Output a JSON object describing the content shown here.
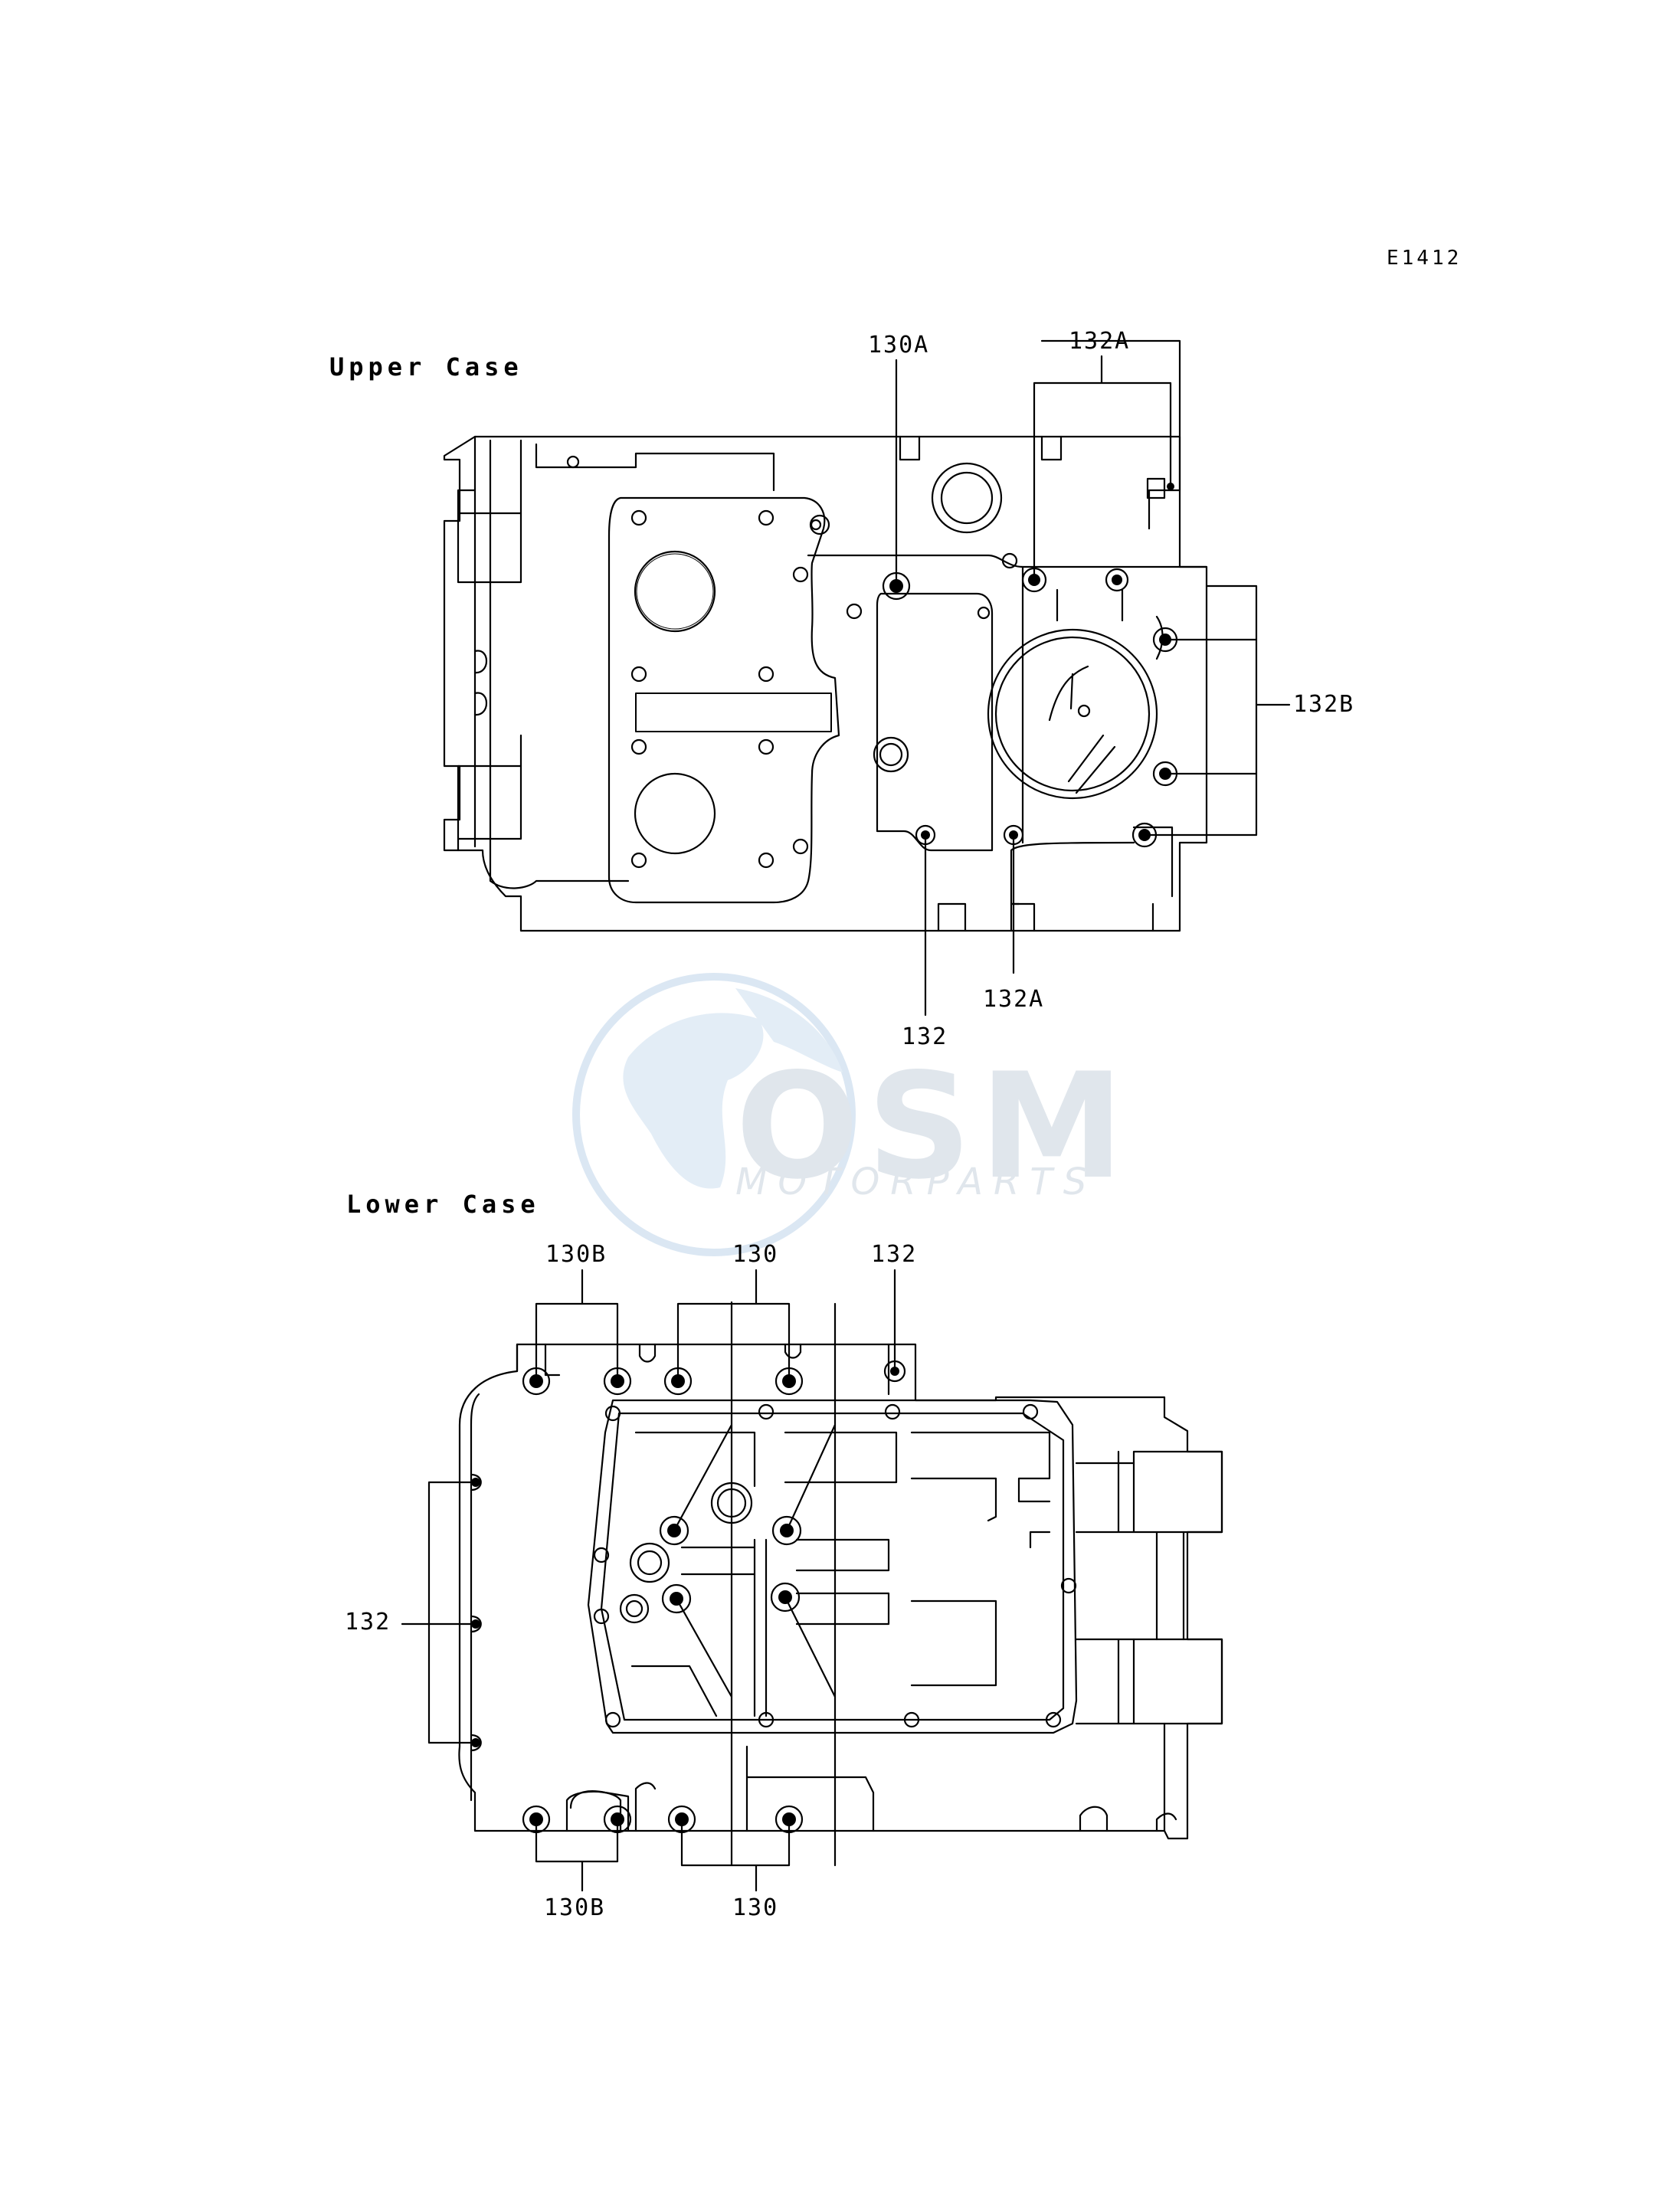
{
  "diagram_code": "E1412",
  "upper_case": {
    "title": "Upper Case",
    "callouts": [
      "130A",
      "132A",
      "132B",
      "132",
      "132A"
    ]
  },
  "lower_case": {
    "title": "Lower Case",
    "callouts": [
      "130B",
      "130",
      "132",
      "132",
      "130B",
      "130"
    ]
  },
  "watermark": {
    "logo": "OSM",
    "tagline": "MOTORPARTS"
  },
  "colors": {
    "line": "#000000",
    "background": "#ffffff",
    "watermark": "#d6e4f2"
  }
}
